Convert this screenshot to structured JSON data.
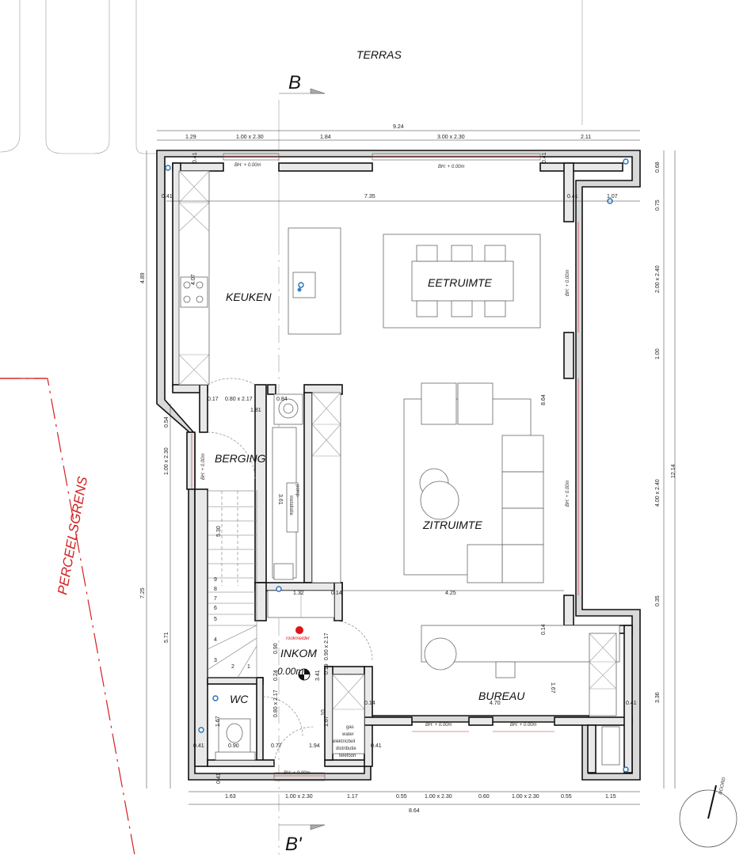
{
  "labels": {
    "terras": "TERRAS",
    "section_b": "B",
    "section_b2": "B'",
    "perceelsgrens": "PERCEELSGRENS",
    "noord": "NOORD"
  },
  "rooms": {
    "keuken": "KEUKEN",
    "eetruimte": "EETRUIMTE",
    "berging": "BERGING",
    "zitruimte": "ZITRUIMTE",
    "inkom": "INKOM",
    "wc": "WC",
    "bureau": "BUREAU"
  },
  "annotations": {
    "bh": "BH: + 0.00m",
    "level": "0.00m",
    "pomp": "pomp-",
    "installatie": "installatie",
    "rookmelder": "rookmelder",
    "gas": "gas",
    "water": "water",
    "elektriciteit": "elektriciteit",
    "distributie": "distributie",
    "telefoon": "telefoon"
  },
  "dims": {
    "top_total": "9.24",
    "top_1": "1.29",
    "top_win1": "1.00 x 2.30",
    "top_2": "1.84",
    "top_win2": "3.00 x 2.30",
    "top_3": "2.11",
    "inner_width": "7.35",
    "w_041": "0.41",
    "w_107": "1.07",
    "v_489": "4.89",
    "v_407": "4.07",
    "v_054": "0.54",
    "v_side_win": "1.00 x 2.30",
    "v_530": "5.30",
    "v_725": "7.25",
    "v_571": "5.71",
    "v_361": "3.61",
    "v_864": "8.64",
    "r_068": "0.68",
    "r_075": "0.75",
    "r_win1": "2.00 x 2.40",
    "r_100": "1.00",
    "r_win2": "4.00 x 2.40",
    "r_1214": "12.14",
    "r_035": "0.35",
    "r_336": "3.36",
    "d_017": "0.17",
    "d_door1": "0.80 x 2.17",
    "d_084": "0.84",
    "d_181": "1.81",
    "d_132": "1.32",
    "d_014": "0.14",
    "d_425": "4.25",
    "d_090": "0.90",
    "d_door2": "0.90 x 2.17",
    "d_019": "0.19",
    "d_024": "0.24",
    "d_341": "3.41",
    "d_door3": "0.80 x 2.17",
    "d_167": "1.67",
    "d_077": "0.77",
    "d_194": "1.94",
    "d_470": "4.70",
    "d_10": "10",
    "b_163": "1.63",
    "b_win1": "1.00 x 2.30",
    "b_117": "1.17",
    "b_055": "0.55",
    "b_win2": "1.00 x 2.30",
    "b_060": "0.60",
    "b_win3": "1.00 x 2.30",
    "b_115": "1.15",
    "b_total": "8.64"
  },
  "stairs": [
    "9",
    "8",
    "7",
    "6",
    "5",
    "4",
    "3",
    "2",
    "1"
  ]
}
